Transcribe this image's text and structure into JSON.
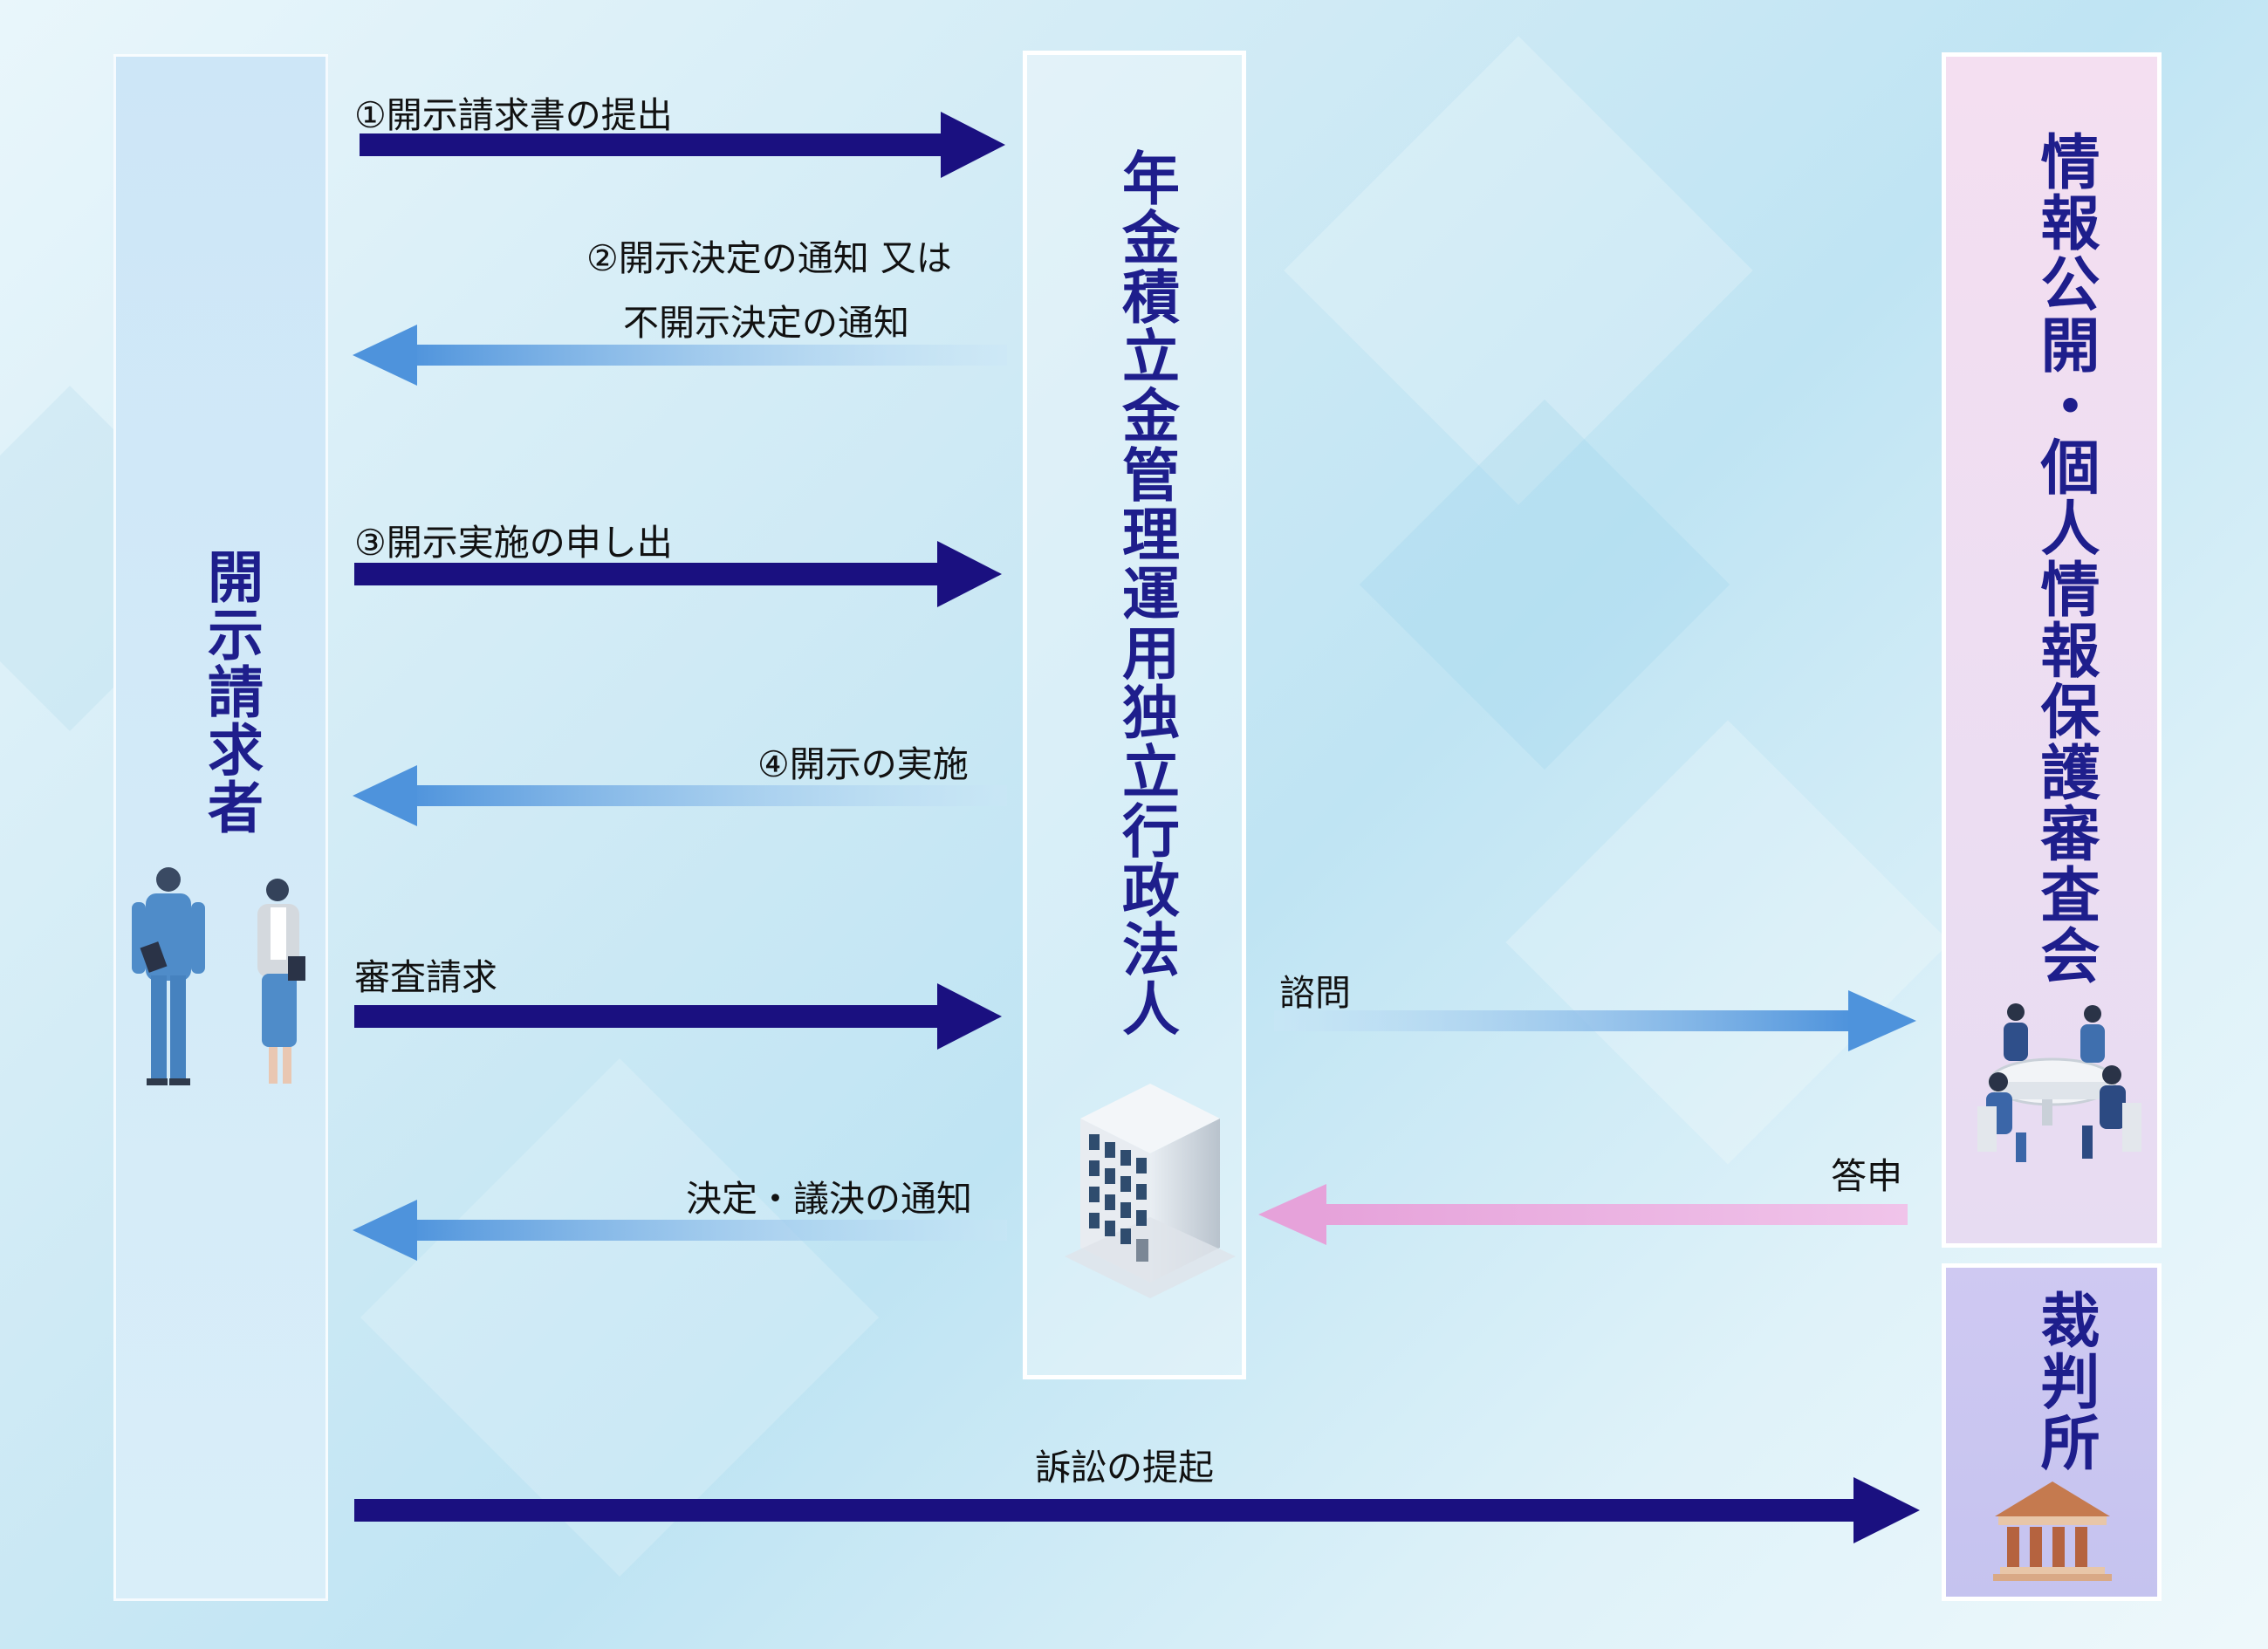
{
  "entities": {
    "requester": "開示請求者",
    "gpif": "年金積立金管理運用独立行政法人",
    "review_board": "情報公開・個人情報保護審査会",
    "court": "裁判所"
  },
  "arrows": {
    "step1": "①開示請求書の提出",
    "step2_line1": "②開示決定の通知 又は",
    "step2_line2": "不開示決定の通知",
    "step3": "③開示実施の申し出",
    "step4": "④開示の実施",
    "review_request": "審査請求",
    "decision_notice": "決定・議決の通知",
    "inquiry": "諮問",
    "report": "答申",
    "lawsuit": "訴訟の提起"
  },
  "colors": {
    "dark_arrow": "#1a1080",
    "light_arrow": "#5b9fe0",
    "pink_arrow": "#e7a6dc",
    "title_text": "#1e1e8c"
  }
}
